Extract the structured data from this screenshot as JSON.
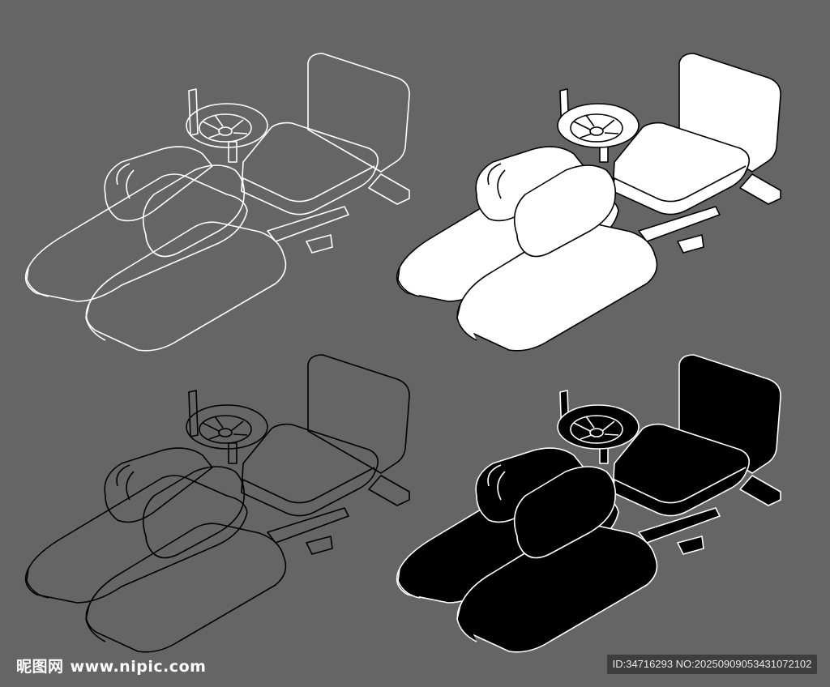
{
  "watermark": {
    "logo": "昵图网",
    "site": "www.nipic.com",
    "id_text": "ID:34716293 NO:20250909053431072102"
  },
  "variants": [
    {
      "name": "white-outline",
      "fill": "none",
      "stroke": "#ffffff"
    },
    {
      "name": "white-filled",
      "fill": "#ffffff",
      "stroke": "#000000"
    },
    {
      "name": "black-outline",
      "fill": "none",
      "stroke": "#000000"
    },
    {
      "name": "black-filled",
      "fill": "#000000",
      "stroke": "#ffffff"
    }
  ]
}
